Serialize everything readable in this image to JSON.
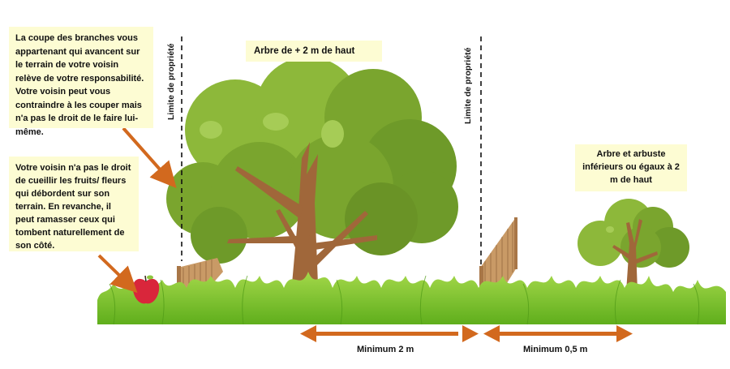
{
  "notes": {
    "branches": "La coupe des branches vous appartenant qui avancent sur le terrain de votre voisin relève de votre responsabilité. Votre voisin peut vous contraindre à les couper mais n'a pas le droit de le faire lui-même.",
    "fruits": "Votre voisin n'a pas le droit de cueillir les fruits/ fleurs qui débordent sur son terrain. En revanche, il peut ramasser ceux qui tombent naturellement de son côté.",
    "big_tree": "Arbre de + 2 m de haut",
    "small_tree": "Arbre et arbuste inférieurs ou égaux à 2 m de haut"
  },
  "property_lines": [
    {
      "label": "Limite de propriété"
    },
    {
      "label": "Limite de propriété"
    }
  ],
  "measurements": [
    {
      "label": "Minimum 2 m"
    },
    {
      "label": "Minimum 0,5 m"
    }
  ],
  "colors": {
    "note_bg": "#fdfcd3",
    "arrow": "#d2691e",
    "foliage_light": "#8db83a",
    "foliage_mid": "#7aa52e",
    "foliage_dark": "#6a9326",
    "trunk": "#a0673a",
    "fence": "#c99a66",
    "grass": "#7cc42a",
    "apple": "#d9263b"
  }
}
